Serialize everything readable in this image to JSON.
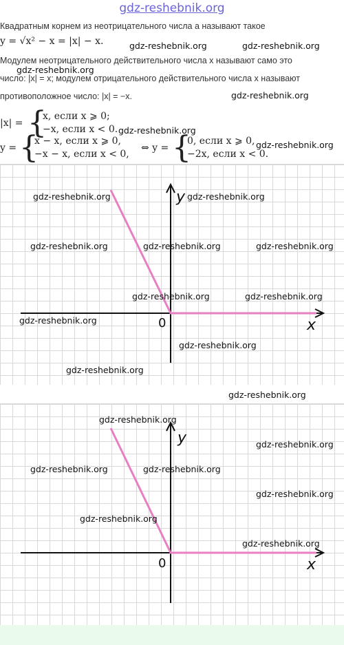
{
  "site_title": "gdz-reshebnik.org",
  "text": {
    "line1": "Квадратным корнем из неотрицательного числа a называют такое",
    "eq1": "y = √x² − x = |x| − x.",
    "line2": "Модулем неотрицательного действительного числа x называют само это",
    "line3": "число: |x| = x; модулем отрицательного действительного числа x называют",
    "line4": "противоположное число: |x| = −x."
  },
  "abs_def": {
    "lhs": "|x| =",
    "case1": "x,  если x ⩾ 0;",
    "case2": "−x,  если x < 0."
  },
  "y_def": {
    "lhs": "y =",
    "case1": "x − x,  если x ⩾ 0,",
    "case2": "−x − x,  если x < 0,",
    "equiv": "⇔ y =",
    "case3": "0,  если x ⩾ 0,",
    "case4": "−2x,  если x < 0."
  },
  "graphs": [
    {
      "x_label": "x",
      "y_label": "y",
      "origin_label": "0"
    },
    {
      "x_label": "x",
      "y_label": "y",
      "origin_label": "0"
    }
  ],
  "watermark": "gdz-reshebnik.org",
  "colors": {
    "curve": "#e77fc2",
    "axes": "#111111",
    "title": "#6b63d8",
    "footer": "#eafbee"
  }
}
